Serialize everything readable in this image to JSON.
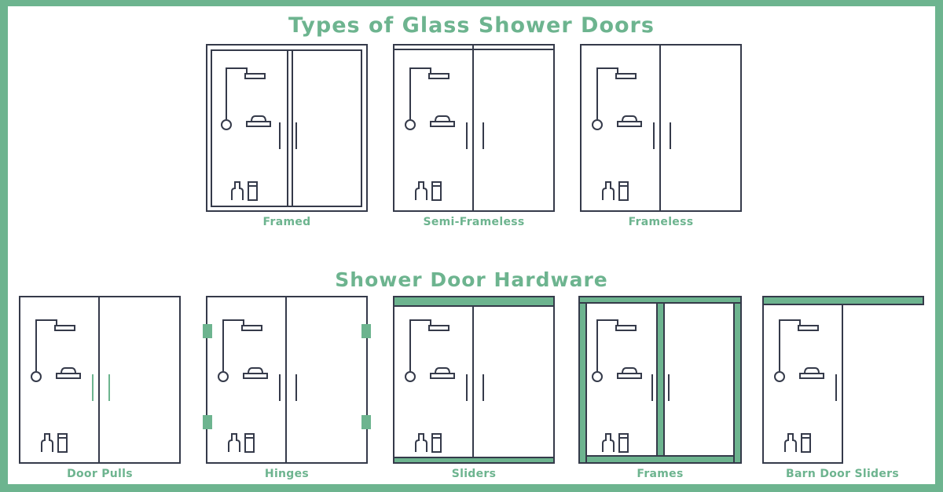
{
  "colors": {
    "accent": "#6db48f",
    "line": "#353a4a",
    "background": "#ffffff"
  },
  "title": "Types of Glass Shower Doors",
  "subtitle": "Shower Door Hardware",
  "door_types": [
    {
      "label": "Framed",
      "icon": "framed-shower-door-icon"
    },
    {
      "label": "Semi-Frameless",
      "icon": "semi-frameless-shower-door-icon"
    },
    {
      "label": "Frameless",
      "icon": "frameless-shower-door-icon"
    }
  ],
  "hardware": [
    {
      "label": "Door Pulls",
      "icon": "door-pulls-icon",
      "highlight": "pulls"
    },
    {
      "label": "Hinges",
      "icon": "hinges-icon",
      "highlight": "hinges"
    },
    {
      "label": "Sliders",
      "icon": "sliders-icon",
      "highlight": "sliders"
    },
    {
      "label": "Frames",
      "icon": "frames-icon",
      "highlight": "frames"
    },
    {
      "label": "Barn Door Sliders",
      "icon": "barn-door-sliders-icon",
      "highlight": "barn"
    }
  ]
}
